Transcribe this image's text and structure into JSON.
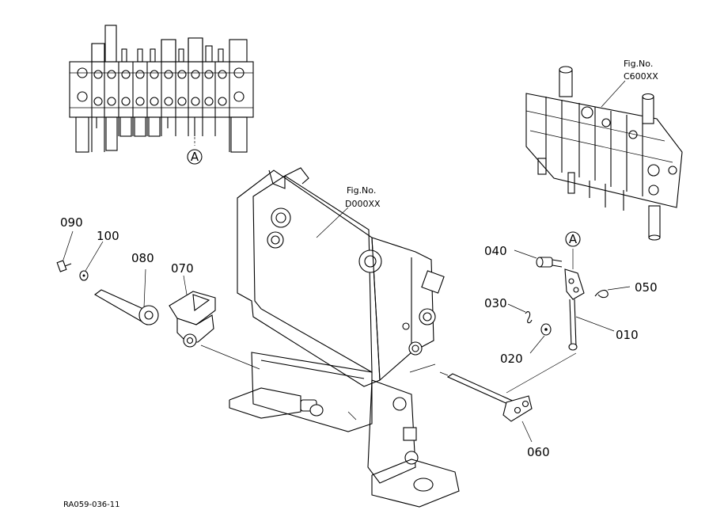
{
  "callouts": {
    "p090": "090",
    "p100": "100",
    "p080": "080",
    "p070": "070",
    "p040": "040",
    "p050": "050",
    "p030": "030",
    "p010": "010",
    "p020": "020",
    "p060": "060"
  },
  "view_markers": {
    "top": "A",
    "right": "A"
  },
  "figure_refs": {
    "valve": {
      "line1": "Fig.No.",
      "line2": "C600XX"
    },
    "frame": {
      "line1": "Fig.No.",
      "line2": "D000XX"
    }
  },
  "caption": "RA059-036-11"
}
